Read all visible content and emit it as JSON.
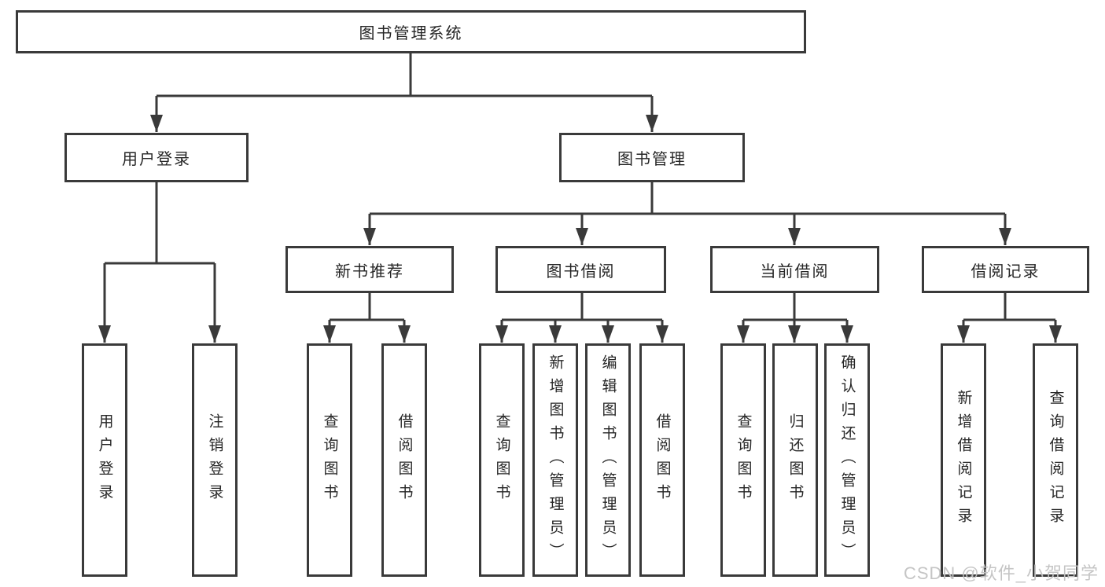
{
  "tree": {
    "root": {
      "label": "图书管理系统",
      "children": [
        {
          "label": "用户登录",
          "children": [
            {
              "label": "用户登录"
            },
            {
              "label": "注销登录"
            }
          ]
        },
        {
          "label": "图书管理",
          "children": [
            {
              "label": "新书推荐",
              "children": [
                {
                  "label": "查询图书"
                },
                {
                  "label": "借阅图书"
                }
              ]
            },
            {
              "label": "图书借阅",
              "children": [
                {
                  "label": "查询图书"
                },
                {
                  "label": "新增图书（管理员）"
                },
                {
                  "label": "编辑图书（管理员）"
                },
                {
                  "label": "借阅图书"
                }
              ]
            },
            {
              "label": "当前借阅",
              "children": [
                {
                  "label": "查询图书"
                },
                {
                  "label": "归还图书"
                },
                {
                  "label": "确认归还（管理员）"
                }
              ]
            },
            {
              "label": "借阅记录",
              "children": [
                {
                  "label": "新增借阅记录"
                },
                {
                  "label": "查询借阅记录"
                }
              ]
            }
          ]
        }
      ]
    }
  },
  "watermark": {
    "text": "CSDN @软件_小贺同学"
  },
  "colors": {
    "line": "#3a3a3a",
    "text": "#262626",
    "watermark": "#c2c2c2",
    "background": "#ffffff"
  }
}
